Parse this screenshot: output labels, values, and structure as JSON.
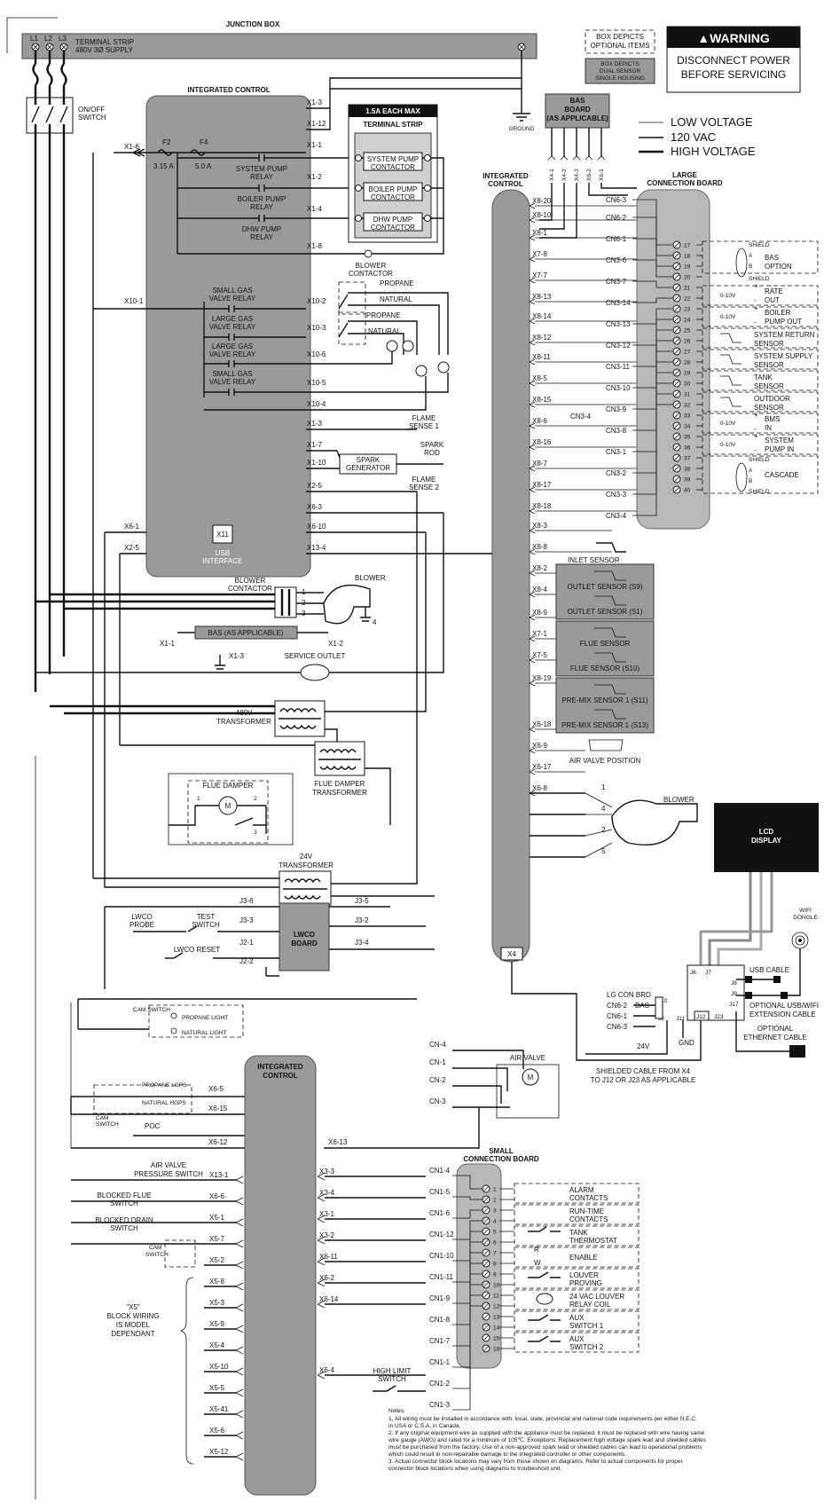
{
  "junction_box": {
    "title": "JUNCTION BOX",
    "terminal_strip_line1": "TERMINAL STRIP",
    "terminal_strip_line2": "480V 3Ø SUPPLY",
    "l1": "L1",
    "l2": "L2",
    "l3": "L3",
    "switch_label_1": "ON/OFF",
    "switch_label_2": "SWITCH",
    "ground": "GROUND"
  },
  "legend": {
    "optional_items_1": "BOX DEPICTS",
    "optional_items_2": "OPTIONAL ITEMS",
    "dual_sensor_1": "BOX DEPICTS",
    "dual_sensor_2": "DUAL SENSOR",
    "dual_sensor_3": "SINGLE HOUSING",
    "warning_title": "▲WARNING",
    "warning_1": "DISCONNECT POWER",
    "warning_2": "BEFORE SERVICING",
    "low_voltage": "LOW VOLTAGE",
    "vac_120": "120 VAC",
    "high_voltage": "HIGH VOLTAGE"
  },
  "upper_control": {
    "title": "INTEGRATED CONTROL",
    "f2": "F2",
    "f2_rating": "3.15 A",
    "f4": "F4",
    "f4_rating": "5.0 A",
    "relays": [
      {
        "l1": "SYSTEM PUMP",
        "l2": "RELAY"
      },
      {
        "l1": "BOILER PUMP",
        "l2": "RELAY"
      },
      {
        "l1": "DHW PUMP",
        "l2": "RELAY"
      }
    ],
    "gas_relays": [
      {
        "l1": "SMALL GAS",
        "l2": "VALVE RELAY"
      },
      {
        "l1": "LARGE GAS",
        "l2": "VALVE RELAY"
      },
      {
        "l1": "LARGE GAS",
        "l2": "VALVE RELAY"
      },
      {
        "l1": "SMALL GAS",
        "l2": "VALVE RELAY"
      }
    ],
    "x11": "X11",
    "usb_1": "USB",
    "usb_2": "INTERFACE",
    "left_terms": [
      "X1-6",
      "X10-1",
      "X6-1",
      "X2-5"
    ],
    "right_terms": [
      "X1-3",
      "X1-12",
      "X1-1",
      "X1-2",
      "X1-4",
      "X1-8",
      "X10-2",
      "X10-3",
      "X10-6",
      "X10-5",
      "X10-4",
      "X1-3",
      "X1-7",
      "X1-10",
      "X2-5",
      "X6-3",
      "X6-10",
      "X13-4"
    ]
  },
  "terminal_strip": {
    "max": "1.5A EACH MAX",
    "title": "TERMINAL STRIP",
    "contactors": [
      {
        "l1": "SYSTEM PUMP",
        "l2": "CONTACTOR"
      },
      {
        "l1": "BOILER PUMP",
        "l2": "CONTACTOR"
      },
      {
        "l1": "DHW PUMP",
        "l2": "CONTACTOR"
      }
    ]
  },
  "gas": {
    "blower_contactor_1": "BLOWER",
    "blower_contactor_2": "CONTACTOR",
    "propane": "PROPANE",
    "natural": "NATURAL",
    "flame_sense_1a": "FLAME",
    "flame_sense_1b": "SENSE 1",
    "spark_rod_1": "SPARK",
    "spark_rod_2": "ROD",
    "spark_gen_1": "SPARK",
    "spark_gen_2": "GENERATOR",
    "flame_sense_2a": "FLAME",
    "flame_sense_2b": "SENSE 2"
  },
  "bas_board": {
    "l1": "BAS",
    "l2": "BOARD",
    "l3": "(AS APPLICABLE)",
    "pins": [
      "X4-1",
      "X4-2",
      "X4-3",
      "X6-2",
      "X6-1"
    ]
  },
  "middle_control": {
    "title_1": "INTEGRATED",
    "title_2": "CONTROL",
    "x4": "X4",
    "terms": [
      "X8-20",
      "X8-10",
      "X8-1",
      "X7-8",
      "X7-7",
      "X8-13",
      "X8-14",
      "X8-12",
      "X8-11",
      "X8-5",
      "X8-15",
      "X8-6",
      "X8-16",
      "X8-7",
      "X8-17",
      "X8-18",
      "X8-3",
      "X8-8",
      "X8-2",
      "X8-4",
      "X8-9",
      "X7-1",
      "X7-5",
      "X8-19",
      "X6-18",
      "X6-9",
      "X6-17",
      "X6-8"
    ]
  },
  "large_board": {
    "title_1": "LARGE",
    "title_2": "CONNECTION BOARD",
    "cn_labels": [
      "CN6-3",
      "CN6-2",
      "CN6-1",
      "CN3-6",
      "CN3-7",
      "CN3-14",
      "CN3-13",
      "CN3-12",
      "CN3-11",
      "CN3-10",
      "CN3-9",
      "CN3-8",
      "CN3-1",
      "CN3-2",
      "CN3-3",
      "CN3-4"
    ],
    "cn34": "CN3-4",
    "terminals": [
      "17",
      "18",
      "19",
      "20",
      "21",
      "22",
      "23",
      "24",
      "25",
      "26",
      "27",
      "28",
      "29",
      "30",
      "31",
      "32",
      "33",
      "34",
      "35",
      "36",
      "37",
      "38",
      "39",
      "40"
    ],
    "shield": "SHIELD",
    "a": "A",
    "b": "B",
    "bas_1": "BAS",
    "bas_2": "OPTION",
    "v010": "0-10V",
    "rate_1": "RATE",
    "rate_2": "OUT",
    "boiler_1": "BOILER",
    "boiler_2": "PUMP OUT",
    "sys_ret_1": "SYSTEM RETURN",
    "sys_ret_2": "SENSOR",
    "sys_sup_1": "SYSTEM SUPPLY",
    "sys_sup_2": "SENSOR",
    "tank_1": "TANK",
    "tank_2": "SENSOR",
    "outdoor_1": "OUTDOOR",
    "outdoor_2": "SENSOR",
    "bms_1": "BMS",
    "bms_2": "IN",
    "syspump_1": "SYSTEM",
    "syspump_2": "PUMP IN",
    "cascade": "CASCADE",
    "plus": "+",
    "minus": "-"
  },
  "sensors": {
    "inlet": "INLET SENSOR",
    "outlet_s9": "OUTLET SENSOR (S9)",
    "outlet_s1": "OUTLET SENSOR (S1)",
    "flue": "FLUE SENSOR",
    "flue_s10": "FLUE SENSOR (S10)",
    "premix_s11": "PRE-MIX SENSOR 1 (S11)",
    "premix_s13": "PRE-MIX SENSOR 1 (S13)",
    "air_valve": "AIR VALVE POSITION"
  },
  "blower_lower": {
    "label": "BLOWER",
    "pins": [
      "1",
      "4",
      "2",
      "5"
    ]
  },
  "lcd": {
    "l1": "LCD",
    "l2": "DISPLAY",
    "wifi_1": "WIFI",
    "wifi_2": "DONGLE",
    "usb_cable": "USB CABLE",
    "opt_usb_1": "OPTIONAL USB/WIFI",
    "opt_usb_2": "EXTENSION CABLE",
    "opt_eth_1": "OPTIONAL",
    "opt_eth_2": "ETHERNET CABLE",
    "j6": "J6",
    "j7": "J7",
    "j8": "J8",
    "j9": "J9",
    "j17": "J17",
    "j10": "J10",
    "j2": "J2",
    "j11": "J11",
    "j12": "J12",
    "j23": "J23",
    "lg_con": "LG CON BRD",
    "bas": "BAS",
    "cn62": "CN6-2",
    "cn61": "CN6-1",
    "cn63": "CN6-3",
    "v24": "24V",
    "gnd": "GND",
    "shielded_1": "SHIELDED CABLE FROM X4",
    "shielded_2": "TO J12 OR J23 AS APPLICABLE"
  },
  "power": {
    "blower_contactor_1": "BLOWER",
    "blower_contactor_2": "CONTACTOR",
    "blower": "BLOWER",
    "bas": "BAS (AS APPLICABLE)",
    "x11": "X1-1",
    "x12": "X1-2",
    "x13": "X1-3",
    "service_outlet": "SERVICE OUTLET",
    "t480_1": "480V",
    "t480_2": "TRANSFORMER",
    "fd_trans_1": "FLUE DAMPER",
    "fd_trans_2": "TRANSFORMER",
    "flue_damper": "FLUE DAMPER",
    "t24_1": "24V",
    "t24_2": "TRANSFORMER",
    "m": "M"
  },
  "lwco": {
    "probe_1": "LWCO",
    "probe_2": "PROBE",
    "test_1": "TEST",
    "test_2": "SWITCH",
    "reset": "LWCO RESET",
    "board_1": "LWCO",
    "board_2": "BOARD",
    "terms": [
      "J3-6",
      "J3-3",
      "J2-1",
      "J2-2",
      "J3-5",
      "J3-2",
      "J3-4"
    ]
  },
  "cam": {
    "cam_switch": "CAM SWITCH",
    "propane_light": "PROPANE LIGHT",
    "natural_light": "NATURAL LIGHT",
    "propane_lgps": "PROPANE LGPS",
    "natural_hgps": "NATURAL HGPS",
    "cam": "CAM",
    "switch": "SWITCH",
    "poc": "POC",
    "x65": "X6-5",
    "x615": "X6-15",
    "x612": "X6-12",
    "avps_1": "AIR VALVE",
    "avps_2": "PRESSURE SWITCH"
  },
  "air_valve": {
    "label": "AIR VALVE",
    "cns": [
      "CN-4",
      "CN-1",
      "CN-2",
      "CN-3"
    ],
    "x613": "X6-13"
  },
  "lower_control": {
    "title_1": "INTEGRATED",
    "title_2": "CONTROL",
    "left_terms": [
      "X13-1",
      "X6-6",
      "X5-1",
      "X5-7",
      "X5-2",
      "X5-8",
      "X5-3",
      "X5-9",
      "X5-4",
      "X5-10",
      "X5-5",
      "X5-41",
      "X5-6",
      "X5-12"
    ],
    "right_terms": [
      "X3-3",
      "X3-4",
      "X3-1",
      "X3-2",
      "X6-11",
      "X6-2",
      "X6-14",
      "X6-4"
    ],
    "blocked_flue_1": "BLOCKED FLUE",
    "blocked_flue_2": "SWITCH",
    "blocked_drain_1": "BLOCKED DRAIN",
    "blocked_drain_2": "SWITCH",
    "cam_1": "CAM",
    "cam_2": "SWITCH",
    "x5_1": "\"X5\"",
    "x5_2": "BLOCK WIRING",
    "x5_3": "IS MODEL",
    "x5_4": "DEPENDANT",
    "hl_1": "HIGH LIMIT",
    "hl_2": "SWITCH"
  },
  "small_board": {
    "title_1": "SMALL",
    "title_2": "CONNECTION BOARD",
    "cn": [
      "CN1-4",
      "CN1-5",
      "CN1-6",
      "CN1-12",
      "CN1-10",
      "CN1-11",
      "CN1-9",
      "CN1-8",
      "CN1-7",
      "CN1-1",
      "CN1-2",
      "CN1-3"
    ],
    "terminals": [
      "1",
      "2",
      "3",
      "4",
      "5",
      "6",
      "7",
      "8",
      "9",
      "10",
      "11",
      "12",
      "13",
      "14",
      "15",
      "16"
    ],
    "alarm_1": "ALARM",
    "alarm_2": "CONTACTS",
    "run_1": "RUN-TIME",
    "run_2": "CONTACTS",
    "tank_1": "TANK",
    "tank_2": "THERMOSTAT",
    "r": "R",
    "w": "W",
    "enable": "ENABLE",
    "louver_1": "LOUVER",
    "louver_2": "PROVING",
    "coil_1": "24 VAC LOUVER",
    "coil_2": "RELAY COIL",
    "aux1_1": "AUX",
    "aux1_2": "SWITCH 1",
    "aux2_1": "AUX",
    "aux2_2": "SWITCH 2"
  },
  "notes": {
    "title": "Notes:",
    "lines": [
      "1. All wiring must be installed in accordance with:  local, state, provincial and national code requirements per either N.E.C.",
      "in USA or C.S.A. in Canada.",
      "2. If any original equipment wire as supplied with the appliance must be replaced, it must be replaced with wire having same",
      "wire gauge (AWG) and rated for a minimum of 105℃.  Exceptions:  Replacement high voltage spark lead and shielded cables",
      "must be purchased from the factory.  Use of a non-approved spark lead or shielded cables can lead to operational problems",
      "which could result in non-repairable damage to the integrated controller or other components.",
      "3. Actual connector block locations may vary from those shown on diagrams.  Refer to actual components for proper",
      "connector block locations when using diagrams to troubleshoot unit."
    ]
  }
}
